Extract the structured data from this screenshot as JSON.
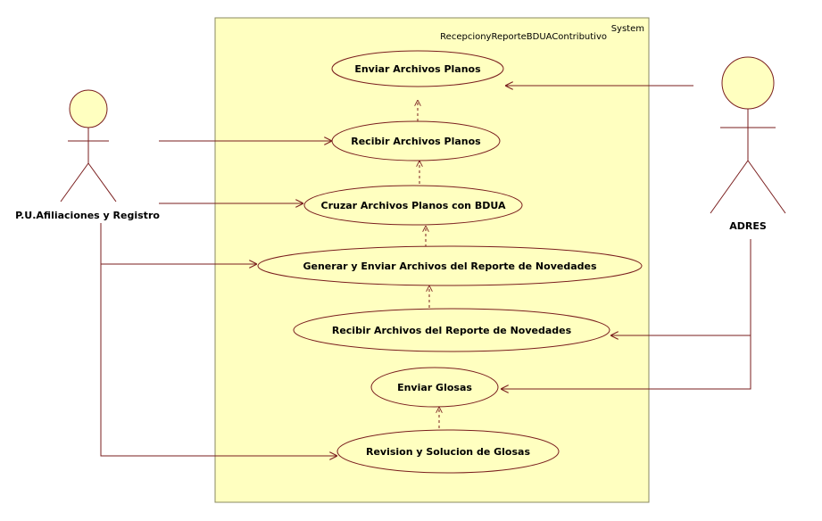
{
  "colors": {
    "line": "#7a1e1e",
    "fill": "#ffffc0",
    "boundary_stroke": "#8a8a60"
  },
  "system": {
    "name": "RecepcionyReporteBDUAContributivo",
    "stereotype": "System"
  },
  "actors": {
    "left": "P.U.Afiliaciones y Registro",
    "right": "ADRES"
  },
  "use_cases": {
    "enviar_archivos_planos": "Enviar Archivos Planos",
    "recibir_archivos_planos": "Recibir Archivos Planos",
    "cruzar_archivos_planos": "Cruzar Archivos Planos con BDUA",
    "generar_enviar_reporte": "Generar y Enviar Archivos del Reporte de Novedades",
    "recibir_reporte": "Recibir Archivos del Reporte de Novedades",
    "enviar_glosas": "Enviar Glosas",
    "revision_glosas": "Revision y Solucion de Glosas"
  }
}
